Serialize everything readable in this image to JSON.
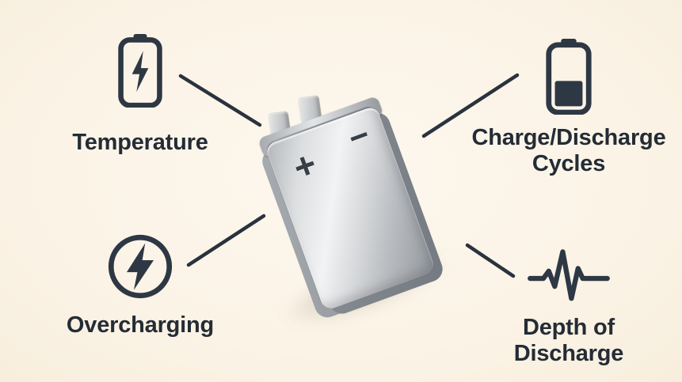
{
  "colors": {
    "background": "#fbf3e6",
    "ink": "#2b3440",
    "connector_line": "#2a323d",
    "battery_silver": "#d8dadc"
  },
  "battery": {
    "plus_terminal": "+",
    "minus_terminal": "−"
  },
  "factors": [
    {
      "id": "temperature",
      "label": "Temperature",
      "icon": "battery-bolt-icon"
    },
    {
      "id": "charge-discharge-cycles",
      "label": "Charge/Discharge Cycles",
      "icon": "battery-half-icon"
    },
    {
      "id": "overcharging",
      "label": "Overcharging",
      "icon": "circle-bolt-icon"
    },
    {
      "id": "depth-of-discharge",
      "label": "Depth of Discharge",
      "icon": "pulse-icon"
    }
  ]
}
